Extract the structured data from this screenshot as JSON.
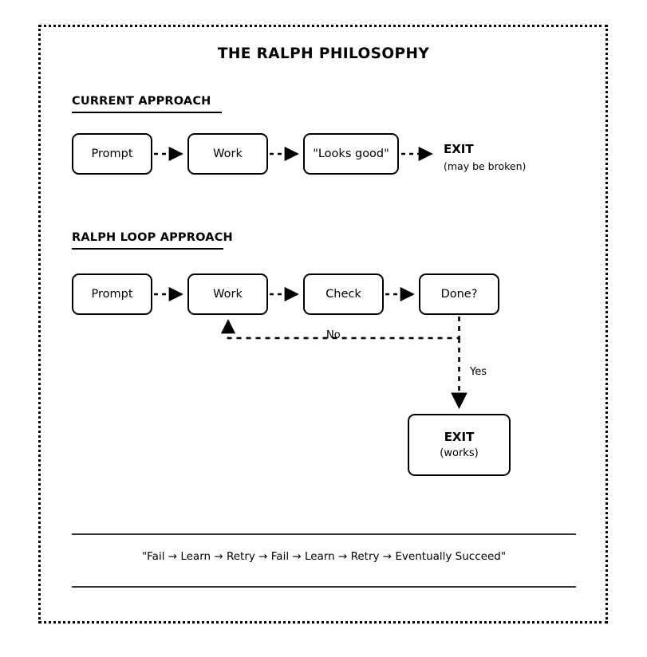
{
  "title": "THE RALPH PHILOSOPHY",
  "sections": [
    {
      "heading": "CURRENT APPROACH",
      "nodes": [
        {
          "label": "Prompt"
        },
        {
          "label": "Work"
        },
        {
          "label": "\"Looks good\""
        }
      ],
      "exit": {
        "label": "EXIT",
        "note": "(may be broken)"
      }
    },
    {
      "heading": "RALPH LOOP APPROACH",
      "nodes": [
        {
          "label": "Prompt"
        },
        {
          "label": "Work"
        },
        {
          "label": "Check"
        },
        {
          "label": "Done?"
        }
      ],
      "edge_labels": {
        "no": "No",
        "yes": "Yes"
      },
      "exit": {
        "label": "EXIT",
        "note": "(works)"
      }
    }
  ],
  "footer": {
    "quote": "\"Fail → Learn → Retry → Fail → Learn → Retry → Eventually Succeed\""
  },
  "colors": {
    "ink": "#000000",
    "rule": "#333333",
    "background": "#ffffff"
  }
}
